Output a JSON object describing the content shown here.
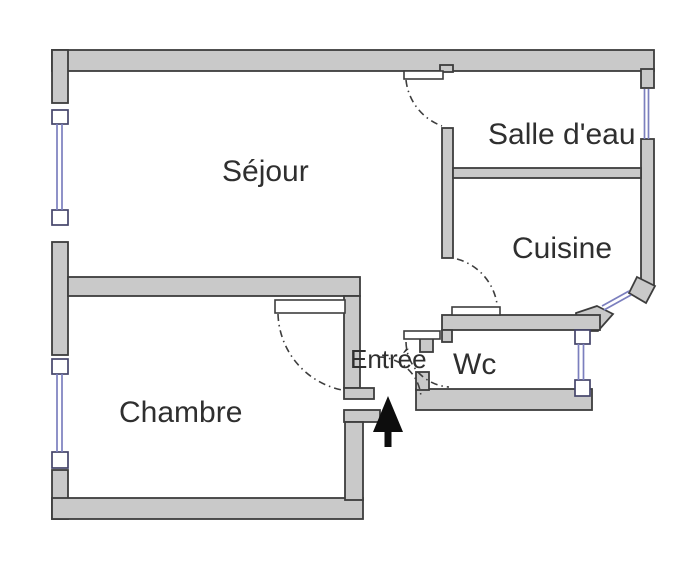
{
  "plan": {
    "title": "apartment-floor-plan",
    "rooms": [
      {
        "id": "sejour",
        "label": "Séjour"
      },
      {
        "id": "salle_deau",
        "label": "Salle d'eau"
      },
      {
        "id": "cuisine",
        "label": "Cuisine"
      },
      {
        "id": "wc",
        "label": "Wc"
      },
      {
        "id": "entree",
        "label": "Entrée"
      },
      {
        "id": "chambre",
        "label": "Chambre"
      }
    ],
    "entrance_marker": "arrow-up-icon",
    "features": {
      "windows": [
        "sejour-left",
        "chambre-left",
        "salle-deau-right",
        "cuisine-chamfer",
        "wc-right"
      ],
      "doors": [
        "salle-deau-door",
        "cuisine-door",
        "chambre-door",
        "wc-door",
        "entry-door"
      ]
    }
  },
  "colors": {
    "wall_fill": "#c9c9c9",
    "wall_stroke": "#3d3d3d",
    "window": "#7b7fbe",
    "window_frame": "#44446a",
    "door_arc": "#3d3d3d",
    "label_text": "#2f2f2f",
    "arrow": "#0d0d0d",
    "background": "#ffffff"
  }
}
